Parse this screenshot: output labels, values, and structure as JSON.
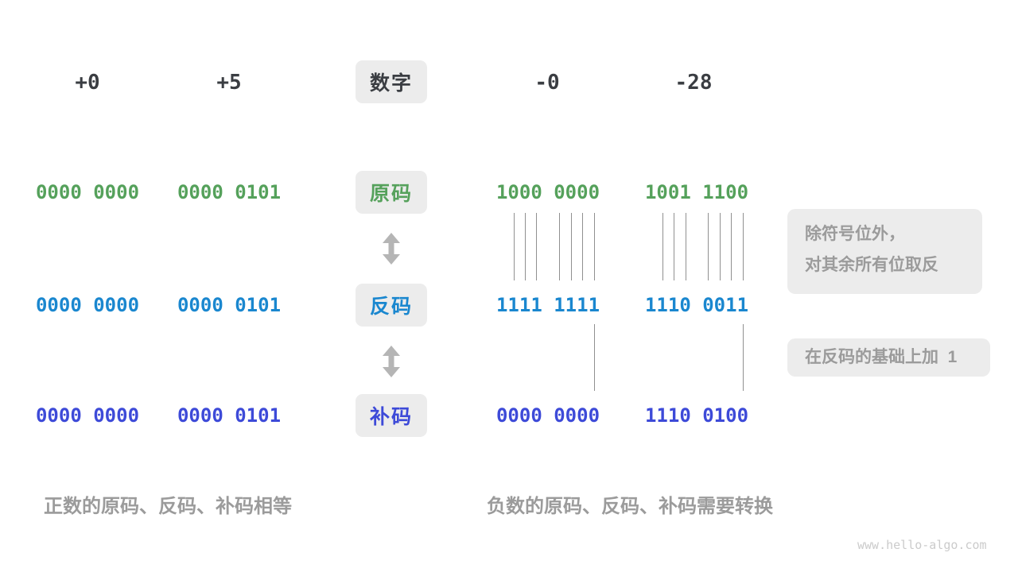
{
  "header": {
    "badge": "数字",
    "values": [
      "+0",
      "+5",
      "-0",
      "-28"
    ]
  },
  "rows": [
    {
      "badge": "原码",
      "values": [
        "0000 0000",
        "0000 0101",
        "1000 0000",
        "1001 1100"
      ]
    },
    {
      "badge": "反码",
      "values": [
        "0000 0000",
        "0000 0101",
        "1111 1111",
        "1110 0011"
      ]
    },
    {
      "badge": "补码",
      "values": [
        "0000 0000",
        "0000 0101",
        "0000 0000",
        "1110 0100"
      ]
    }
  ],
  "annotations": {
    "invert_line1": "除符号位外，",
    "invert_line2": "对其余所有位取反",
    "add_one": "在反码的基础上加  1"
  },
  "captions": {
    "positive": "正数的原码、反码、补码相等",
    "negative": "负数的原码、反码、补码需要转换"
  },
  "watermark": "www.hello-algo.com",
  "colors": {
    "number": "#3a3d42",
    "sign_magnitude": "#55a15b",
    "ones_complement": "#1a87cf",
    "twos_complement": "#3d4ad8",
    "badge_bg": "#ececec",
    "annotation_text": "#9b9b9b",
    "arrow": "#b5b5b5",
    "tick_line": "#909090"
  }
}
